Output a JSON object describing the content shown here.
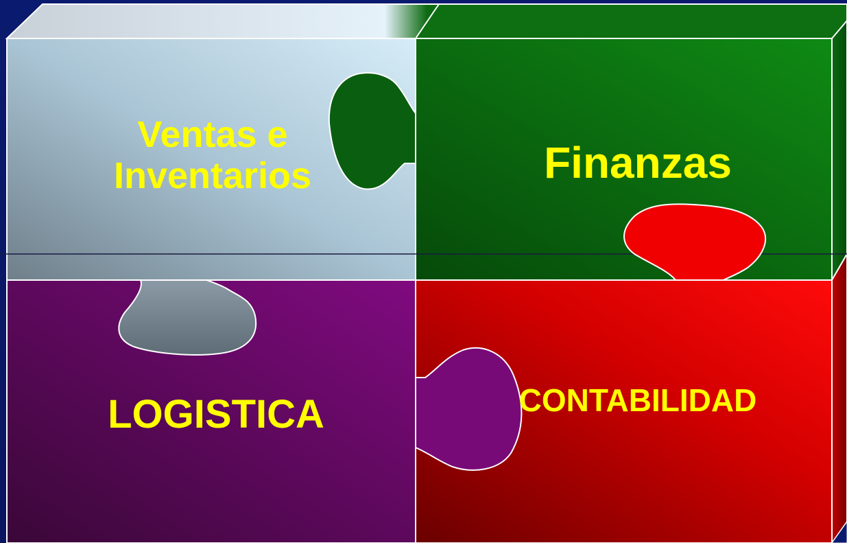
{
  "pieces": {
    "ventas": {
      "line1": "Ventas e",
      "line2": "Inventarios"
    },
    "finanzas": {
      "label": "Finanzas"
    },
    "logistica": {
      "label": "LOGISTICA"
    },
    "contabilidad": {
      "label": "CONTABILIDAD"
    }
  },
  "colors": {
    "background": "#0a1a6e",
    "label": "#ffff00",
    "ventas_piece": "#b8d8ea",
    "finanzas_piece": "#0f7a12",
    "logistica_piece": "#7a0a7a",
    "contabilidad_piece": "#e00000"
  }
}
